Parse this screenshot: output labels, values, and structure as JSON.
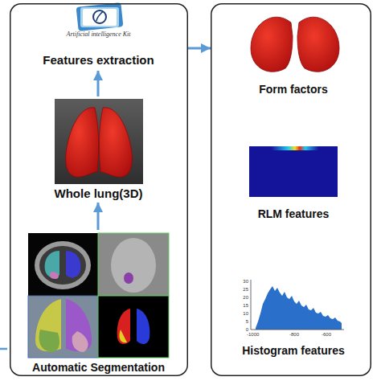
{
  "diagram": {
    "nodes": [
      {
        "text": []
      },
      {
        "text": [
          "Artificial intelligence Kit",
          "Features extraction"
        ],
        "in": 0
      },
      {
        "text": [
          "Whole lung(3D)"
        ],
        "in": 0
      },
      {
        "text": [
          "Automatic Segmentation"
        ],
        "in": 0
      },
      {
        "text": []
      },
      {
        "text": [
          "Form factors"
        ],
        "in": 4
      },
      {
        "text": [
          "RLM features"
        ],
        "in": 4
      },
      {
        "text": [
          "Histogram features"
        ],
        "in": 4
      }
    ],
    "edges": [
      {
        "from": 3,
        "to": 2,
        "arrow": "to"
      },
      {
        "from": 2,
        "to": 1,
        "arrow": "to"
      },
      {
        "from": 0,
        "to": 4,
        "arrow": "to"
      }
    ],
    "labels": [
      "30",
      "25",
      "20",
      "15",
      "10",
      "5",
      "0",
      "-1000",
      "-800",
      "-600"
    ]
  }
}
